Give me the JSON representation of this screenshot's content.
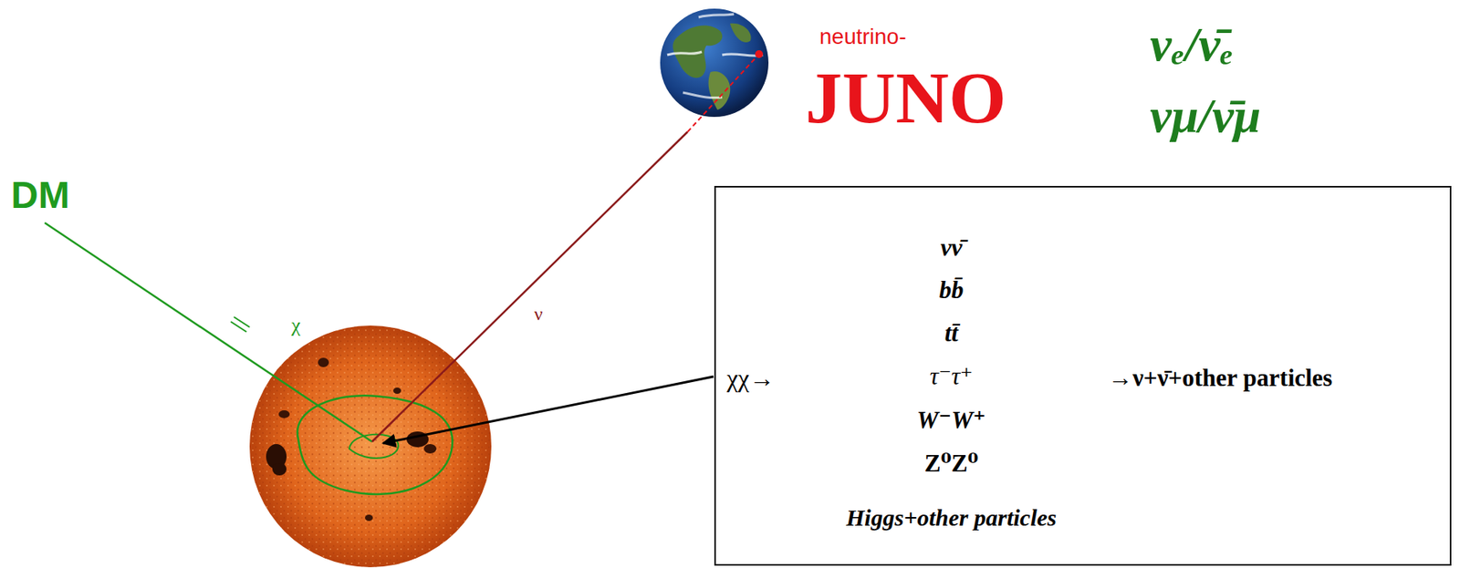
{
  "diagram": {
    "nodes": [
      {
        "text": [
          "χχ→",
          "νν̄",
          "bb̄",
          "tt̄",
          "τ⁻τ⁺",
          "W⁻W⁺",
          "Z⁰Z⁰",
          "Higgs+other particles",
          "→ν+ν̄+other particles"
        ]
      }
    ],
    "labels": [
      "DM",
      "χ",
      "ν",
      "neutrino-",
      "JUNO",
      "νₑ/ν̄ₑ",
      "νμ/ν̄μ"
    ]
  }
}
